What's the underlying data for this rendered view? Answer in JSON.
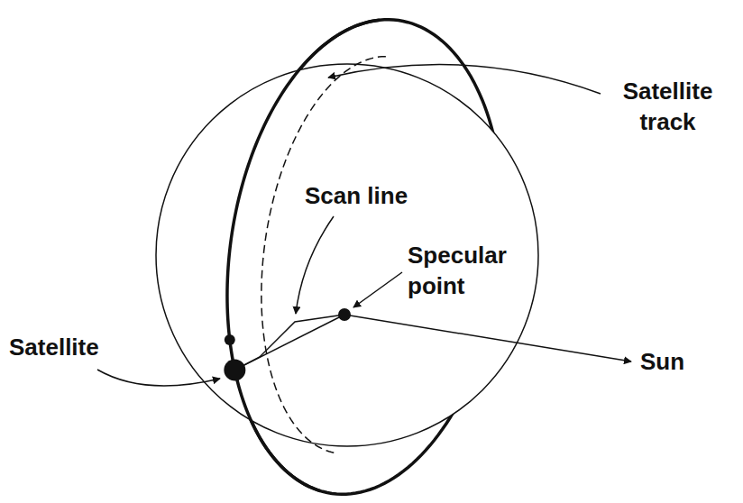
{
  "diagram": {
    "labels": [
      "Satellite track",
      "Scan line",
      "Specular point",
      "Satellite",
      "Sun"
    ]
  }
}
